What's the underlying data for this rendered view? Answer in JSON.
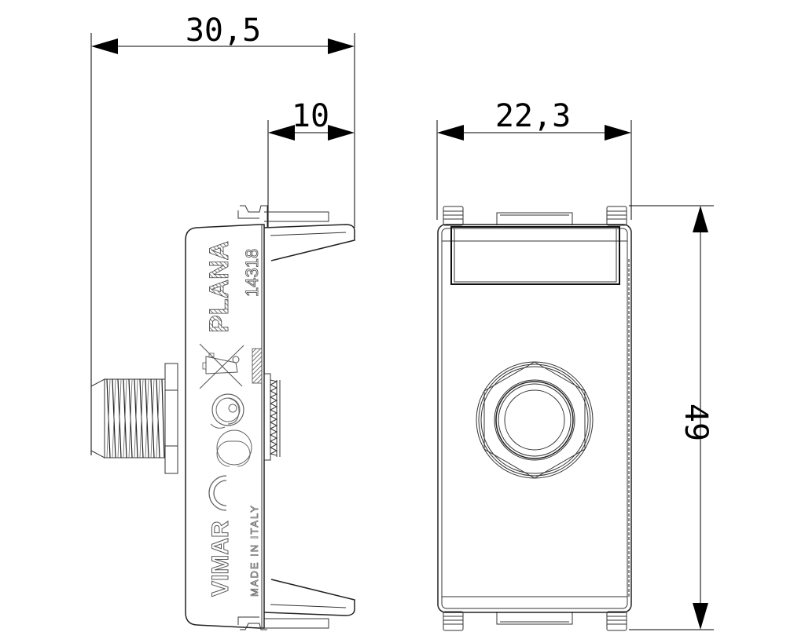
{
  "drawing": {
    "type": "technical-dimension-drawing",
    "subject": "coaxial TV socket module, side and front views",
    "units": "mm"
  },
  "dimensions": {
    "overall_depth": "30,5",
    "front_depth": "10",
    "width": "22,3",
    "height": "49"
  },
  "side_view": {
    "brand": "VIMAR",
    "series": "PLANA",
    "code": "14318",
    "origin": "MADE IN ITALY",
    "marks": [
      "weee-crossed-bin-icon",
      "imq-mark-icon",
      "ce-mark-icon"
    ]
  },
  "front_view": {
    "features": [
      "label-window",
      "hex-nut-connector",
      "mounting-clips"
    ]
  },
  "colors": {
    "line": "#000000",
    "background": "#ffffff",
    "hatch": "#666666"
  }
}
